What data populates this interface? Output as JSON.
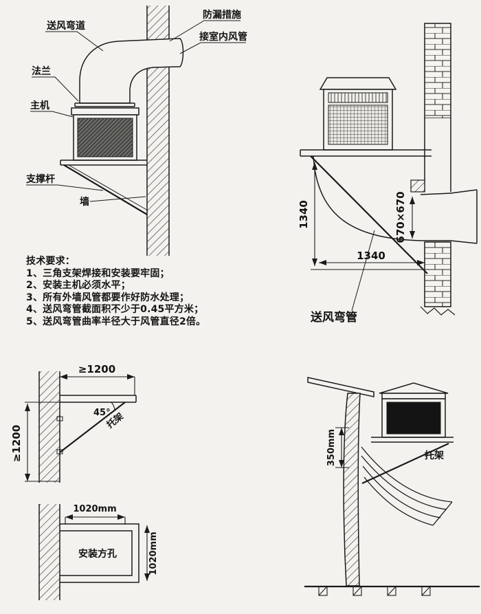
{
  "page": {
    "background": "#f3f2ee",
    "ink": "#1a1a1a"
  },
  "top_left": {
    "labels": {
      "duct_bend": "送风弯道",
      "leak_proof": "防漏措施",
      "indoor_duct": "接室内风管",
      "flange": "法兰",
      "main_unit": "主机",
      "support_rod": "支撑杆",
      "wall": "墙"
    }
  },
  "top_right": {
    "dims": {
      "vertical": "1340",
      "cross_section": "670×670",
      "horizontal": "1340"
    },
    "labels": {
      "bend_pipe": "送风弯管"
    }
  },
  "requirements": {
    "title": "技术要求：",
    "items": [
      "1、三角支架焊接和安装要牢固；",
      "2、安装主机必须水平；",
      "3、所有外墙风管都要作好防水处理；",
      "4、送风弯管截面积不少于0.45平方米；",
      "5、送风弯管曲率半径大于风管直径2倍。"
    ]
  },
  "bottom_left_bracket": {
    "dims": {
      "top": "≥1200",
      "left": "≥1200",
      "angle": "45°"
    },
    "labels": {
      "bracket": "托架"
    }
  },
  "bottom_left_hole": {
    "dims": {
      "width": "1020mm",
      "height": "1020mm"
    },
    "labels": {
      "hole": "安装方孔"
    }
  },
  "bottom_right": {
    "dims": {
      "offset": "350mm"
    },
    "labels": {
      "bracket": "托架"
    }
  }
}
